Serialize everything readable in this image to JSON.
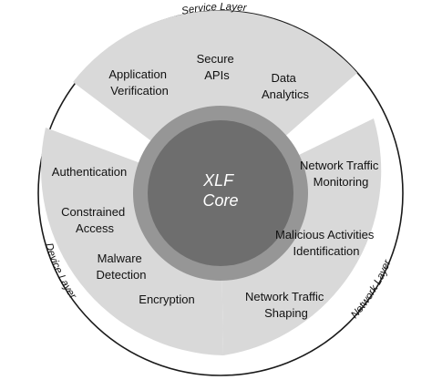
{
  "core": {
    "line1": "XLF",
    "line2": "Core"
  },
  "layers": {
    "service": "Service Layer",
    "device": "Device Layer",
    "network": "Network Layer"
  },
  "service_items": [
    [
      "Application",
      "Verification"
    ],
    [
      "Secure",
      "APIs"
    ],
    [
      "Data",
      "Analytics"
    ]
  ],
  "device_items": [
    [
      "Authentication"
    ],
    [
      "Constrained",
      "Access"
    ],
    [
      "Malware",
      "Detection"
    ],
    [
      "Encryption"
    ]
  ],
  "network_items": [
    [
      "Network Traffic",
      "Monitoring"
    ],
    [
      "Malicious Activities",
      "Identification"
    ],
    [
      "Network Traffic",
      "Shaping"
    ]
  ],
  "colors": {
    "sector_fill": "#d9d9d9",
    "ring_fill": "#969696",
    "core_fill": "#6e6e6e",
    "outline": "#1a1a1a"
  }
}
